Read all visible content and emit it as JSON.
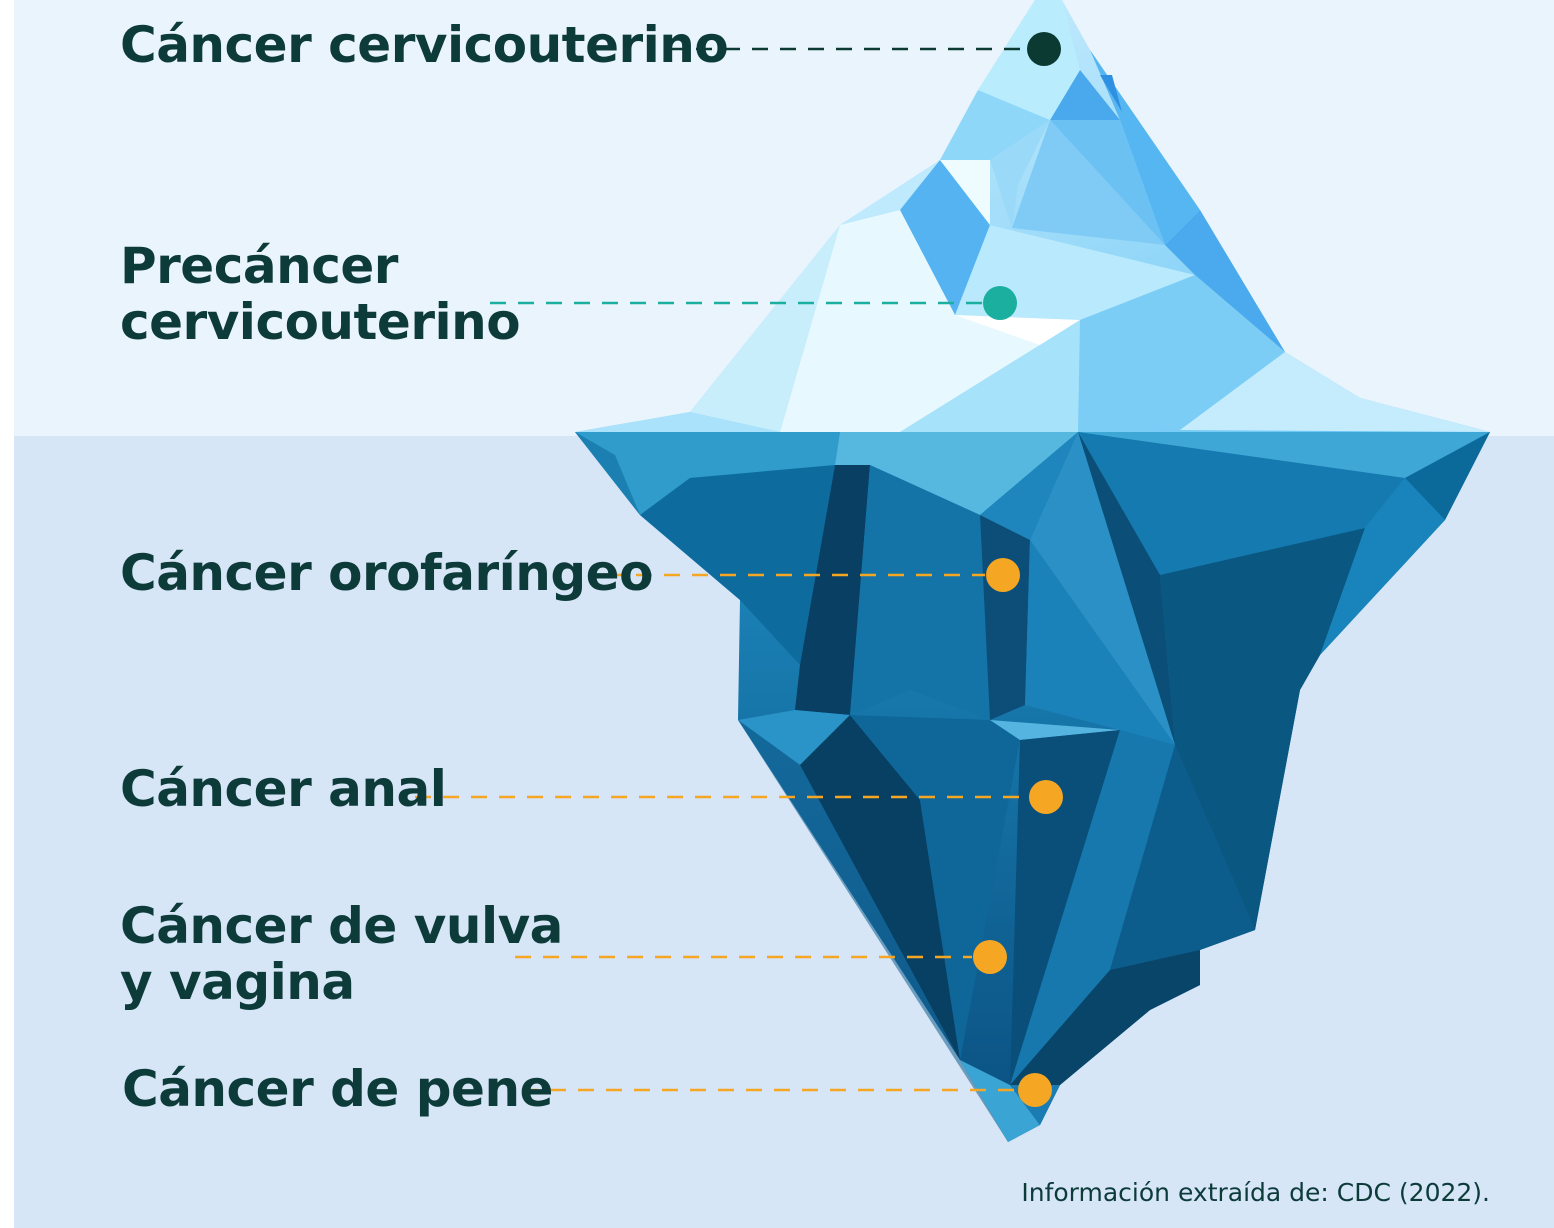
{
  "colors": {
    "sky": "#eaf4fc",
    "water": "#d6e6f7",
    "text": "#0d3b3a",
    "marker_dark": "#0a3a32",
    "marker_teal": "#1aaf9e",
    "marker_orange": "#f5a623"
  },
  "items": [
    {
      "lines": [
        "Cáncer cervicouterino"
      ],
      "marker": "dark"
    },
    {
      "lines": [
        "Precáncer",
        "cervicouterino"
      ],
      "marker": "teal"
    },
    {
      "lines": [
        "Cáncer orofaríngeo"
      ],
      "marker": "orange"
    },
    {
      "lines": [
        "Cáncer anal"
      ],
      "marker": "orange"
    },
    {
      "lines": [
        "Cáncer de vulva",
        "y vagina"
      ],
      "marker": "orange"
    },
    {
      "lines": [
        "Cáncer de pene"
      ],
      "marker": "orange"
    }
  ],
  "source": "Información extraída de: CDC (2022)."
}
